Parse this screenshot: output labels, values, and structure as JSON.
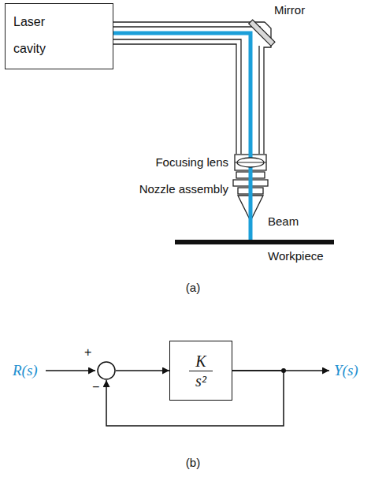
{
  "diagram": {
    "nodes": [
      {
        "text": [
          "Laser cavity"
        ]
      },
      {
        "text": [
          "+",
          "−"
        ]
      },
      {
        "text": [
          "K",
          "s²"
        ]
      }
    ],
    "edges": [
      {
        "from": 1,
        "to": 2,
        "arrow": "to"
      },
      {
        "from": 2,
        "to": 1,
        "arrow": "to"
      }
    ],
    "labels": [
      "Mirror",
      "Focusing lens",
      "Nozzle assembly",
      "Beam",
      "Workpiece",
      "(a)",
      "R(s)",
      "Y(s)",
      "(b)"
    ]
  }
}
